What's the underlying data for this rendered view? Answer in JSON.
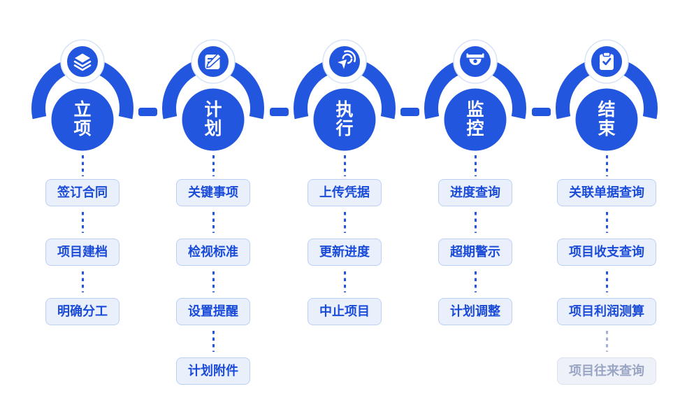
{
  "diagram": {
    "type": "project-workflow-flowchart",
    "colors": {
      "primary_blue": "#2356DF",
      "box_background": "#E9F0FC",
      "box_border": "#BCCFF4",
      "box_text": "#1A4BD8",
      "disabled_background": "#EEF1F8",
      "disabled_border": "#DBE1ED",
      "disabled_text": "#9AA5C4"
    }
  },
  "stages": [
    {
      "name": "立项",
      "icon": "layers-icon",
      "items": [
        {
          "label": "签订合同"
        },
        {
          "label": "项目建档"
        },
        {
          "label": "明确分工"
        }
      ]
    },
    {
      "name": "计划",
      "icon": "edit-note-icon",
      "items": [
        {
          "label": "关键事项"
        },
        {
          "label": "检视标准"
        },
        {
          "label": "设置提醒"
        },
        {
          "label": "计划附件"
        }
      ]
    },
    {
      "name": "执行",
      "icon": "click-icon",
      "items": [
        {
          "label": "上传凭据"
        },
        {
          "label": "更新进度"
        },
        {
          "label": "中止项目"
        }
      ]
    },
    {
      "name": "监控",
      "icon": "camera-icon",
      "items": [
        {
          "label": "进度查询"
        },
        {
          "label": "超期警示"
        },
        {
          "label": "计划调整"
        }
      ]
    },
    {
      "name": "结束",
      "icon": "clipboard-check-icon",
      "items": [
        {
          "label": "关联单据查询"
        },
        {
          "label": "项目收支查询"
        },
        {
          "label": "项目利润测算"
        },
        {
          "label": "项目往来查询",
          "disabled": true
        }
      ]
    }
  ]
}
